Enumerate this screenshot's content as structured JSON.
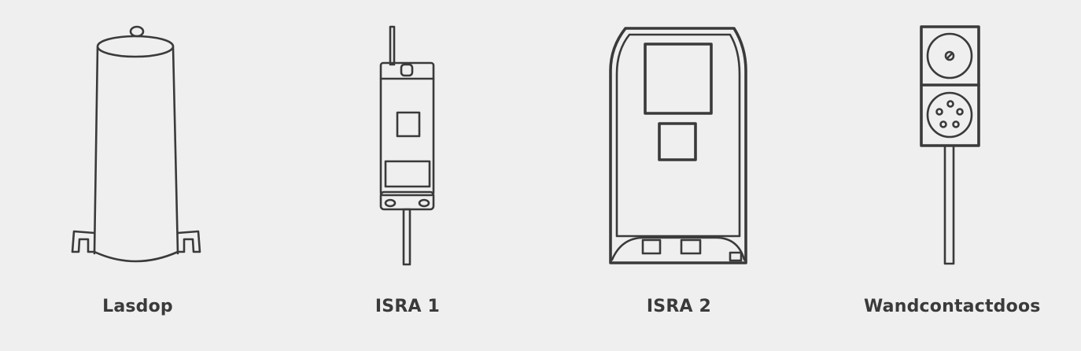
{
  "items": [
    {
      "label": "Lasdop",
      "icon": "lasdop-icon"
    },
    {
      "label": "ISRA 1",
      "icon": "isra-1-icon"
    },
    {
      "label": "ISRA 2",
      "icon": "isra-2-icon"
    },
    {
      "label": "Wandcontactdoos",
      "icon": "wall-socket-icon"
    }
  ],
  "colors": {
    "background": "#efefef",
    "line": "#3a3a3a",
    "text": "#3a3a3a"
  }
}
